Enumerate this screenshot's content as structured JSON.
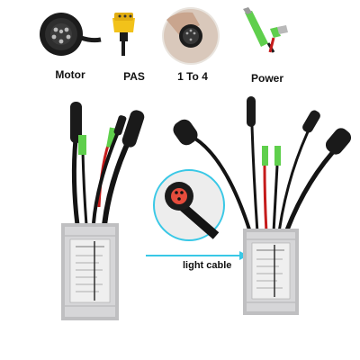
{
  "labels": {
    "motor": "Motor",
    "pas": "PAS",
    "one_to_four": "1 To 4",
    "power": "Power",
    "light_cable": "light cable"
  },
  "colors": {
    "accent_cyan": "#39c8e6",
    "connector_black": "#141414",
    "pas_yellow": "#f2c21a",
    "insert_red": "#e64c3c",
    "wire_red": "#c51b1b",
    "green_terminal": "#5fcf4c",
    "aluminum": "#d6d6d8"
  },
  "icons": {
    "motor": "circular-motor-connector-icon",
    "pas": "yellow-pas-connector-icon",
    "one_to_four": "round-1to4-connector-icon",
    "power": "green-power-terminal-icon"
  }
}
